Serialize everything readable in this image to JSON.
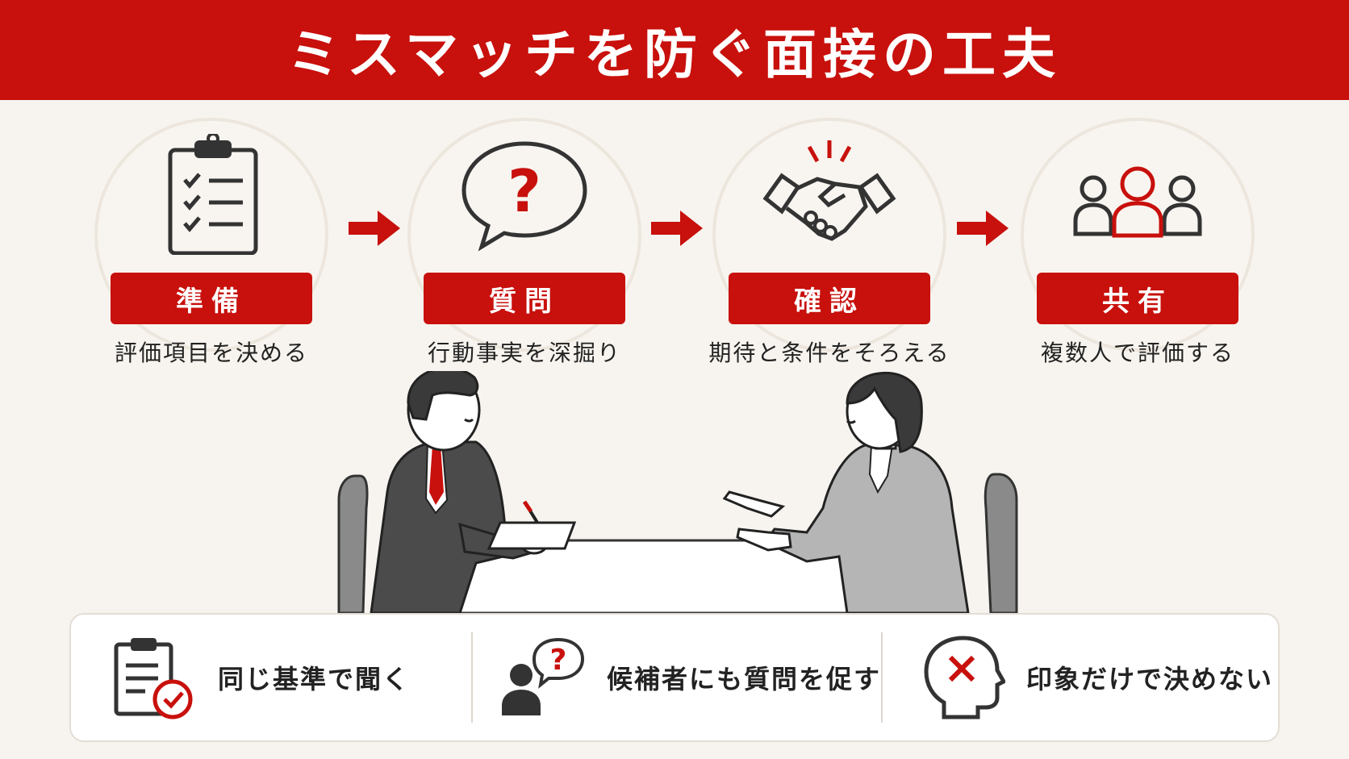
{
  "title": "ミスマッチを防ぐ面接の工夫",
  "colors": {
    "accent": "#c8100c",
    "background": "#f7f4ef",
    "ink": "#333333"
  },
  "steps": [
    {
      "label": "準備",
      "description": "評価項目を決める",
      "icon": "clipboard-checklist-icon"
    },
    {
      "label": "質問",
      "description": "行動事実を深掘り",
      "icon": "question-bubble-icon"
    },
    {
      "label": "確認",
      "description": "期待と条件をそろえる",
      "icon": "handshake-icon"
    },
    {
      "label": "共有",
      "description": "複数人で評価する",
      "icon": "group-people-icon"
    }
  ],
  "tips": [
    {
      "text": "同じ基準で聞く",
      "icon": "clipboard-check-icon"
    },
    {
      "text": "候補者にも質問を促す",
      "icon": "person-question-icon"
    },
    {
      "text": "印象だけで決めない",
      "icon": "head-cross-icon"
    }
  ]
}
